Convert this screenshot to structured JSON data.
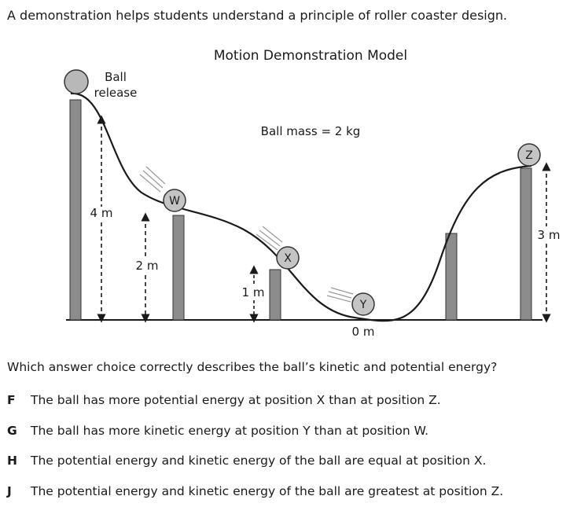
{
  "intro": "A demonstration helps students understand a principle of roller coaster design.",
  "diagram": {
    "title": "Motion Demonstration Model",
    "release_label_line1": "Ball",
    "release_label_line2": "release",
    "mass_label": "Ball mass = 2 kg",
    "heights": {
      "release": "4 m",
      "w": "2 m",
      "x": "1 m",
      "y": "0 m",
      "z": "3 m"
    },
    "positions": {
      "w": "W",
      "x": "X",
      "y": "Y",
      "z": "Z"
    }
  },
  "question": "Which answer choice correctly describes the ball’s kinetic and potential energy?",
  "choices": [
    {
      "letter": "F",
      "text": "The ball has more potential energy at position X than at position Z."
    },
    {
      "letter": "G",
      "text": "The ball has more kinetic energy at position Y than at position W."
    },
    {
      "letter": "H",
      "text": "The potential energy and kinetic energy of the ball are equal at position X."
    },
    {
      "letter": "J",
      "text": "The potential energy and kinetic energy of the ball are greatest at position Z."
    }
  ]
}
